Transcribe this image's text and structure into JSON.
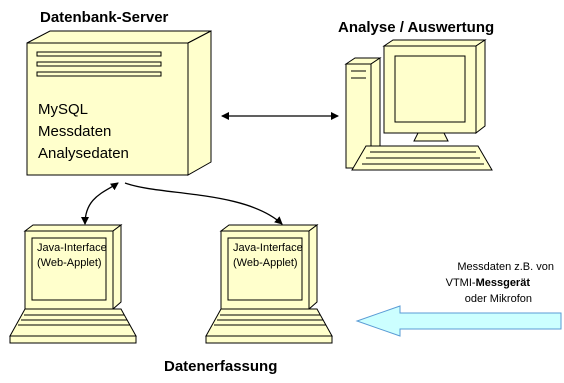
{
  "titles": {
    "server": "Datenbank-Server",
    "analysis": "Analyse / Auswertung",
    "capture": "Datenerfassung"
  },
  "server": {
    "lines": [
      "MySQL",
      "Messdaten",
      "Analysedaten"
    ]
  },
  "laptops": [
    {
      "line1": "Java-Interface",
      "line2": "(Web-Applet)"
    },
    {
      "line1": "Java-Interface",
      "line2": "(Web-Applet)"
    }
  ],
  "source": {
    "line1": "Messdaten z.B. von",
    "line2_plain": "VTMI-",
    "line2_bold": "Messgerät",
    "line3": "oder Mikrofon"
  },
  "colors": {
    "device_fill": "#ffffcc",
    "outline": "#000000",
    "arrow_fill": "#ccffff"
  }
}
